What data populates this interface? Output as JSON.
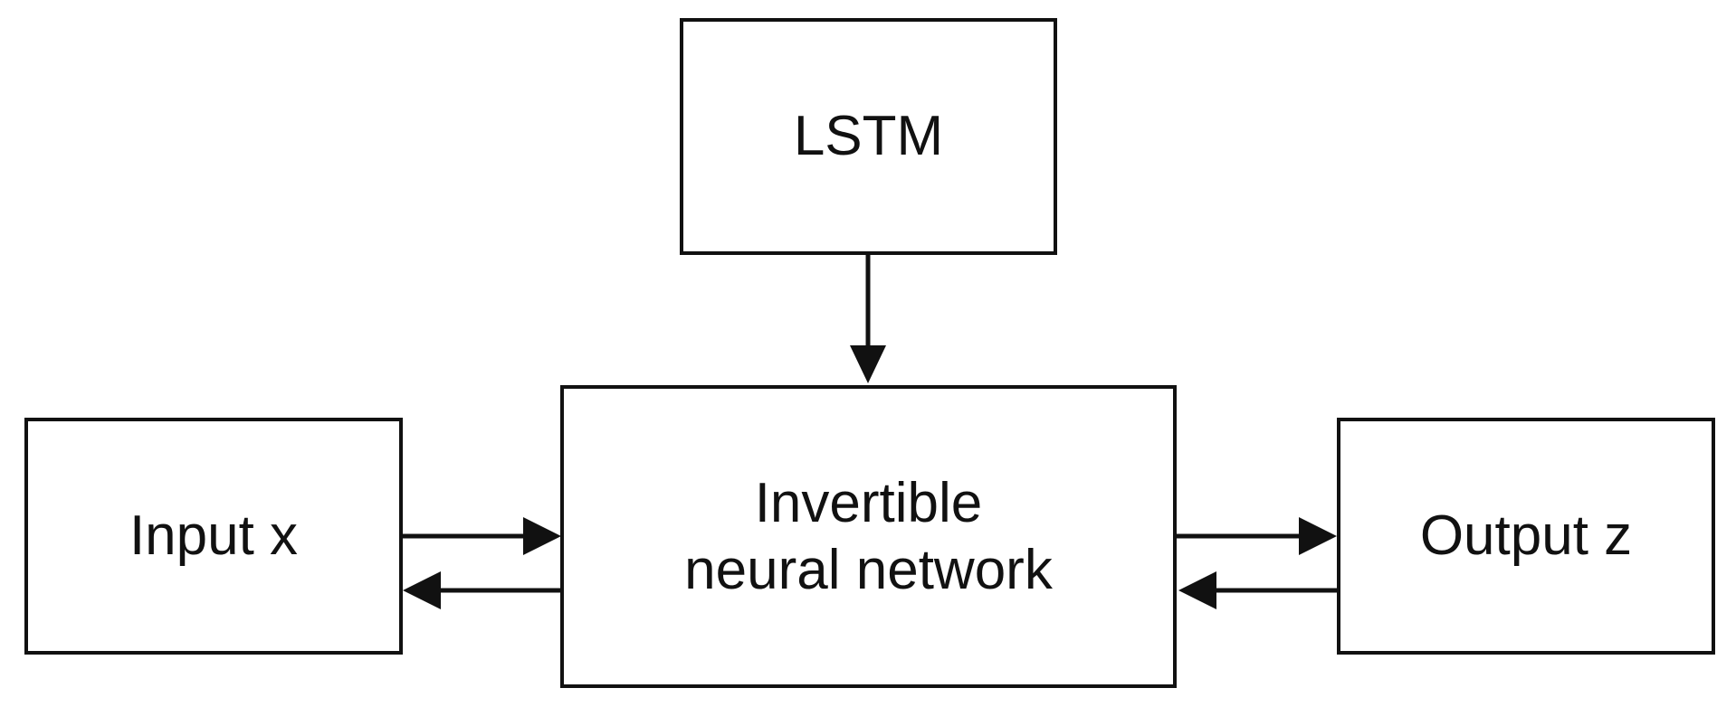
{
  "diagram": {
    "nodes": {
      "lstm": {
        "label": "LSTM"
      },
      "inn": {
        "label": "Invertible\nneural network"
      },
      "input": {
        "label": "Input x"
      },
      "output": {
        "label": "Output z"
      }
    },
    "edges": [
      {
        "from": "LSTM",
        "to": "Invertible neural network",
        "direction": "down"
      },
      {
        "from": "Input x",
        "to": "Invertible neural network",
        "direction": "right"
      },
      {
        "from": "Invertible neural network",
        "to": "Input x",
        "direction": "left"
      },
      {
        "from": "Invertible neural network",
        "to": "Output z",
        "direction": "right"
      },
      {
        "from": "Output z",
        "to": "Invertible neural network",
        "direction": "left"
      }
    ],
    "colors": {
      "stroke": "#111111",
      "background": "#ffffff"
    }
  }
}
